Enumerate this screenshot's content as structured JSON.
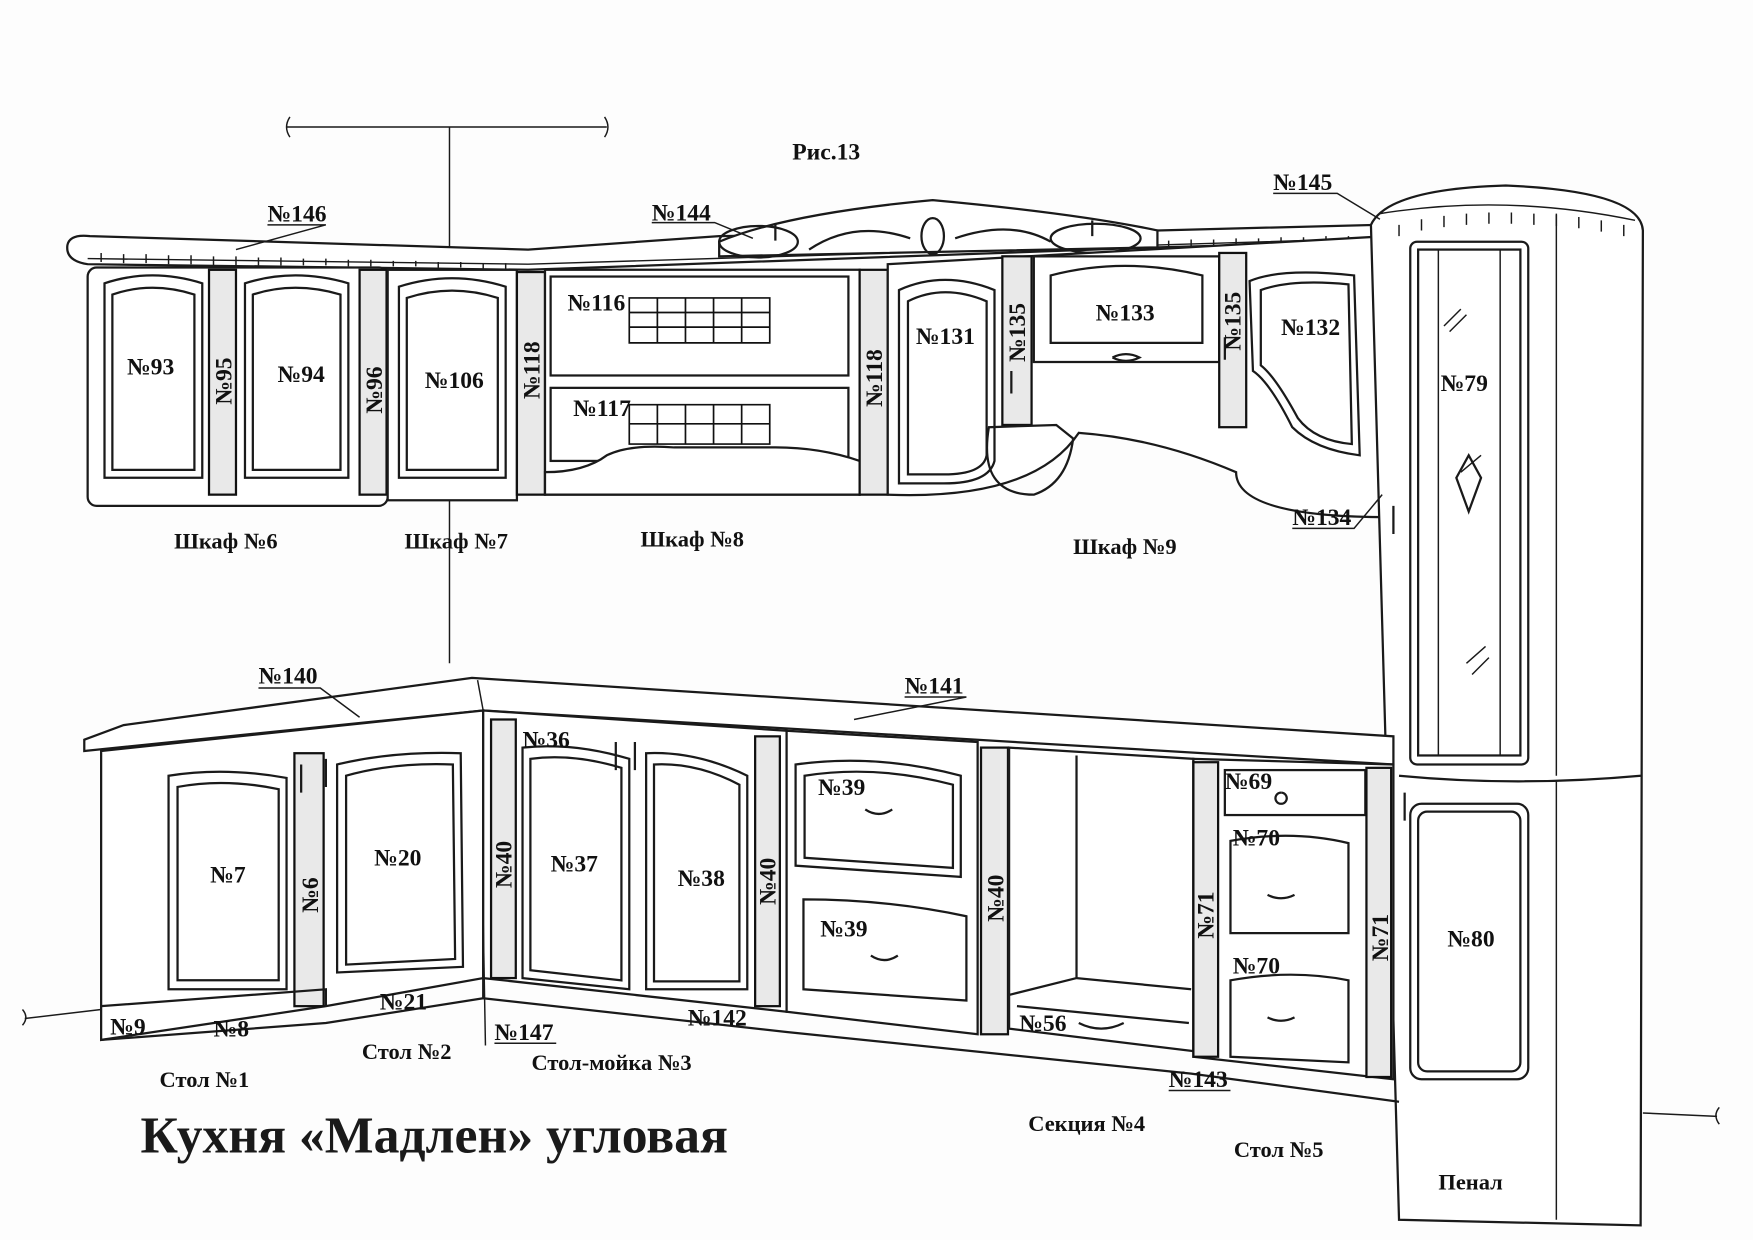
{
  "figure": "Рис.13",
  "title": "Кухня «Мадлен» угловая",
  "captions": {
    "shkaf6": "Шкаф №6",
    "shkaf7": "Шкаф №7",
    "shkaf8": "Шкаф №8",
    "shkaf9": "Шкаф №9",
    "stol1": "Стол №1",
    "stol2": "Стол №2",
    "stol3": "Стол-мойка №3",
    "sekciya4": "Секция №4",
    "stol5": "Стол №5",
    "penal": "Пенал"
  },
  "labels": {
    "n146": "№146",
    "n144": "№144",
    "n145": "№145",
    "n93": "№93",
    "n95": "№95",
    "n94": "№94",
    "n96": "№96",
    "n106": "№106",
    "n118a": "№118",
    "n116": "№116",
    "n117": "№117",
    "n118b": "№118",
    "n131": "№131",
    "n135a": "№135",
    "n133": "№133",
    "n135b": "№135",
    "n132": "№132",
    "n134": "№134",
    "n79": "№79",
    "n80": "№80",
    "n140": "№140",
    "n141": "№141",
    "n7": "№7",
    "n6": "№6",
    "n20": "№20",
    "n9": "№9",
    "n8": "№8",
    "n21": "№21",
    "n36": "№36",
    "n40a": "№40",
    "n37": "№37",
    "n38": "№38",
    "n40b": "№40",
    "n147": "№147",
    "n142": "№142",
    "n39a": "№39",
    "n39b": "№39",
    "n40c": "№40",
    "n56": "№56",
    "n69": "№69",
    "n70a": "№70",
    "n70b": "№70",
    "n71a": "№71",
    "n71b": "№71",
    "n143": "№143"
  }
}
